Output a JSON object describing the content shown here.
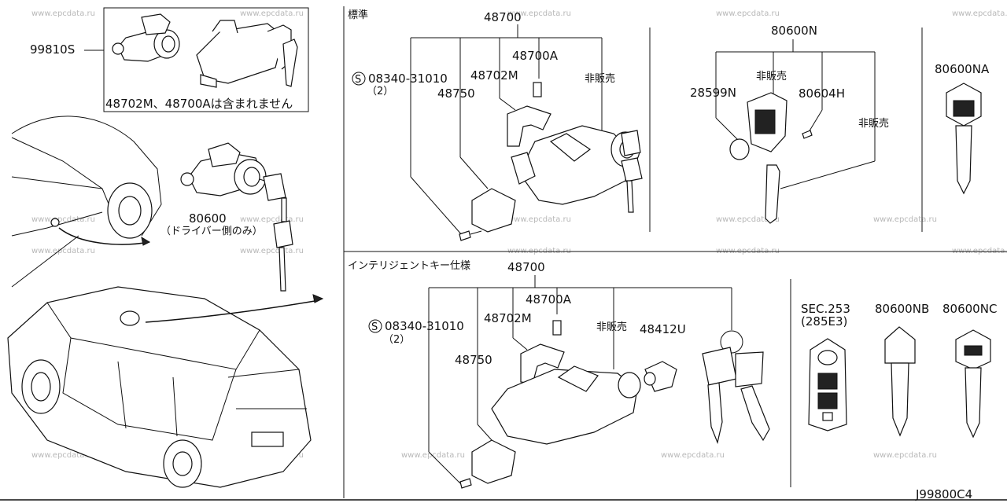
{
  "watermark": "www.epcdata.ru",
  "top_left": {
    "part_99810s": "99810S",
    "inset_note": "48702M、48700Aは含まれません",
    "part_80600": "80600",
    "driver_only": "（ドライバー側のみ）"
  },
  "standard": {
    "title": "標準",
    "p48700": "48700",
    "p48700a": "48700A",
    "p48702m": "48702M",
    "p48750": "48750",
    "not_sold": "非販売",
    "screw": "08340-31010",
    "screw_qty": "（2）"
  },
  "key_set": {
    "p80600n": "80600N",
    "p28599n": "28599N",
    "not_sold_1": "非販売",
    "p80604h": "80604H",
    "not_sold_2": "非販売"
  },
  "p80600na": "80600NA",
  "intelligent": {
    "title": "インテリジェントキー仕様",
    "p48700": "48700",
    "p48700a": "48700A",
    "p48702m": "48702M",
    "p48750": "48750",
    "not_sold": "非販売",
    "p48412u": "48412U",
    "screw": "08340-31010",
    "screw_qty": "（2）"
  },
  "sec_ref": {
    "sec": "SEC.253",
    "sub": "(285E3)"
  },
  "p80600nb": "80600NB",
  "p80600nc": "80600NC",
  "diagram_code": "J99800C4"
}
